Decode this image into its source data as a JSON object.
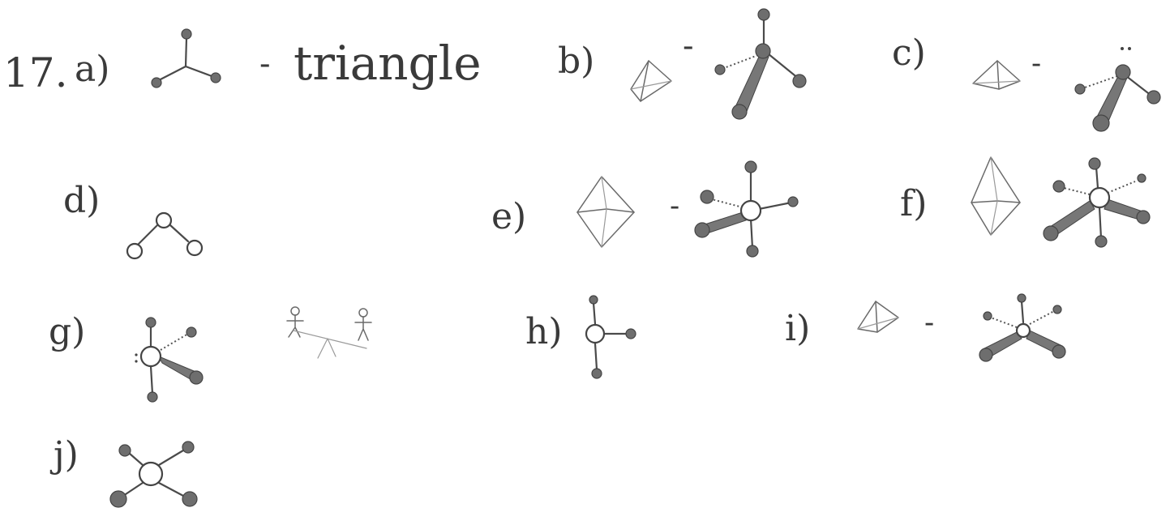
{
  "problem": {
    "number": "17.",
    "parts": {
      "a": {
        "label": "a)",
        "dash": "-",
        "note": "triangle"
      },
      "b": {
        "label": "b)",
        "dash": "-"
      },
      "c": {
        "label": "c)",
        "dash": "-"
      },
      "d": {
        "label": "d)"
      },
      "e": {
        "label": "e)",
        "dash": "-"
      },
      "f": {
        "label": "f)"
      },
      "g": {
        "label": "g)"
      },
      "h": {
        "label": "h)"
      },
      "i": {
        "label": "i)",
        "dash": "-"
      },
      "j": {
        "label": "j)"
      }
    }
  }
}
